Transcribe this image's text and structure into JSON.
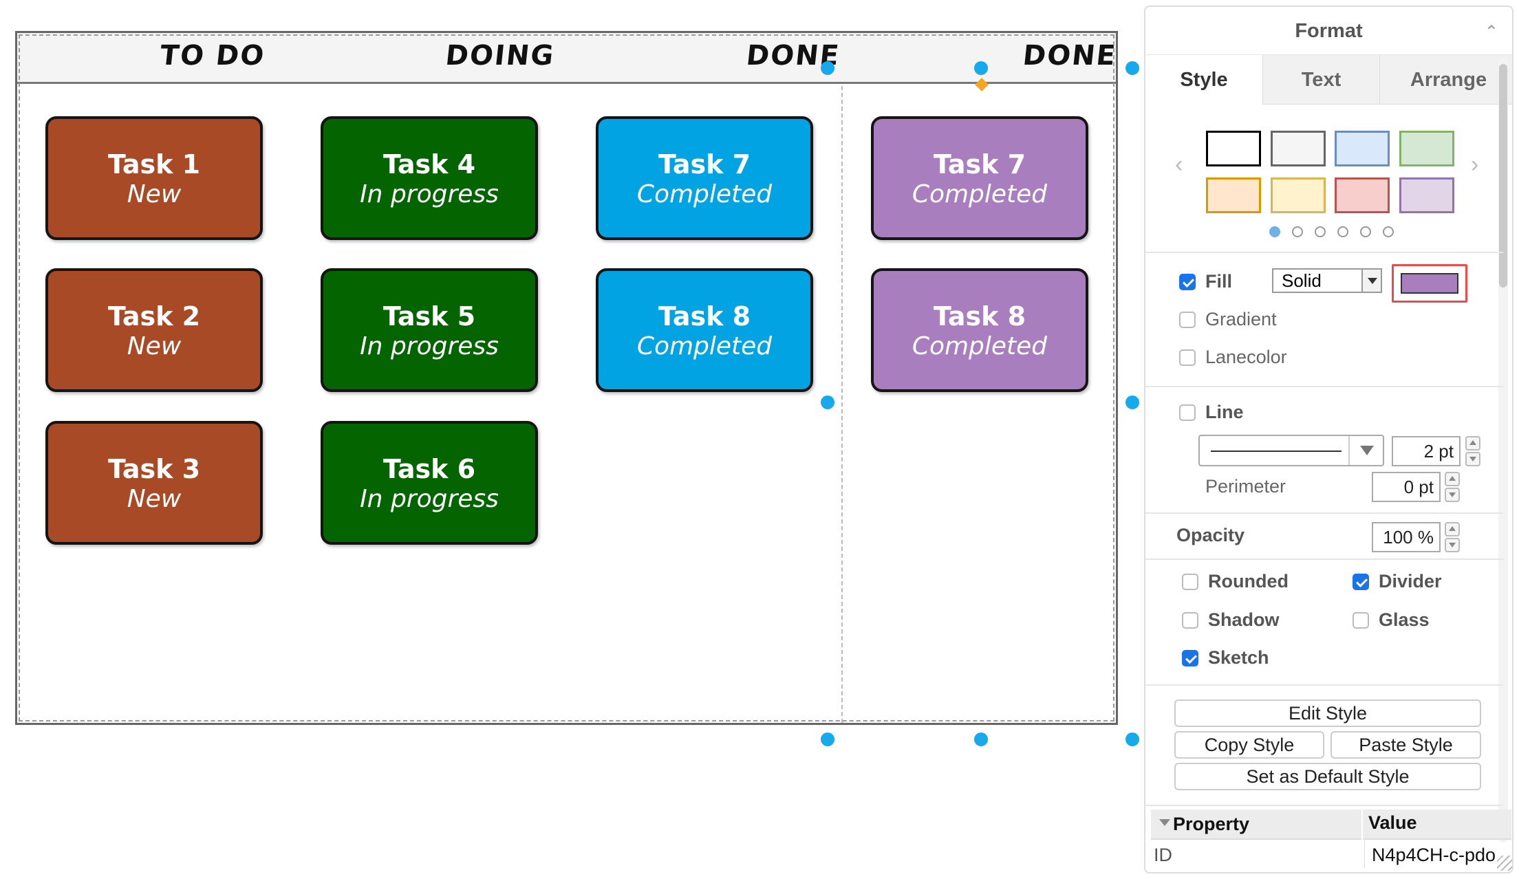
{
  "board": {
    "columns": [
      "TO DO",
      "DOING",
      "DONE",
      "DONE"
    ],
    "cards": [
      {
        "title": "Task 1",
        "status": "New"
      },
      {
        "title": "Task 2",
        "status": "New"
      },
      {
        "title": "Task 3",
        "status": "New"
      },
      {
        "title": "Task 4",
        "status": "In progress"
      },
      {
        "title": "Task 5",
        "status": "In progress"
      },
      {
        "title": "Task 6",
        "status": "In progress"
      },
      {
        "title": "Task 7",
        "status": "Completed"
      },
      {
        "title": "Task 8",
        "status": "Completed"
      },
      {
        "title": "Task 7",
        "status": "Completed"
      },
      {
        "title": "Task 8",
        "status": "Completed"
      }
    ],
    "colors": {
      "new": "#a84a26",
      "in_progress": "#036400",
      "completed": "#02a3e3",
      "selected_fill": "#a87ebf",
      "handle": "#16a9ec"
    }
  },
  "panel": {
    "title": "Format",
    "tabs": [
      "Style",
      "Text",
      "Arrange"
    ],
    "active_tab": "Style",
    "swatches": [
      {
        "fill": "#ffffff",
        "stroke": "#000000"
      },
      {
        "fill": "#f5f5f5",
        "stroke": "#666666"
      },
      {
        "fill": "#dae8fc",
        "stroke": "#6c8ebf"
      },
      {
        "fill": "#d5e8d4",
        "stroke": "#82b366"
      },
      {
        "fill": "#ffe6cc",
        "stroke": "#d79b00"
      },
      {
        "fill": "#fff2cc",
        "stroke": "#d6b656"
      },
      {
        "fill": "#f8cecc",
        "stroke": "#b85450"
      },
      {
        "fill": "#e1d5e7",
        "stroke": "#9673a6"
      }
    ],
    "fill": {
      "label": "Fill",
      "checked": true,
      "type": "Solid",
      "color": "#a87ebf"
    },
    "gradient": {
      "label": "Gradient",
      "checked": false
    },
    "lanecolor": {
      "label": "Lanecolor",
      "checked": false
    },
    "line": {
      "label": "Line",
      "checked": false,
      "width": "2 pt"
    },
    "perimeter": {
      "label": "Perimeter",
      "value": "0 pt"
    },
    "opacity": {
      "label": "Opacity",
      "value": "100 %"
    },
    "options": {
      "rounded": {
        "label": "Rounded",
        "checked": false
      },
      "divider": {
        "label": "Divider",
        "checked": true
      },
      "shadow": {
        "label": "Shadow",
        "checked": false
      },
      "glass": {
        "label": "Glass",
        "checked": false
      },
      "sketch": {
        "label": "Sketch",
        "checked": true
      }
    },
    "buttons": {
      "edit_style": "Edit Style",
      "copy_style": "Copy Style",
      "paste_style": "Paste Style",
      "set_default": "Set as Default Style"
    },
    "properties": {
      "col_property": "Property",
      "col_value": "Value",
      "rows": [
        {
          "key": "ID",
          "value": "N4p4CH-c-pdo"
        }
      ]
    }
  }
}
